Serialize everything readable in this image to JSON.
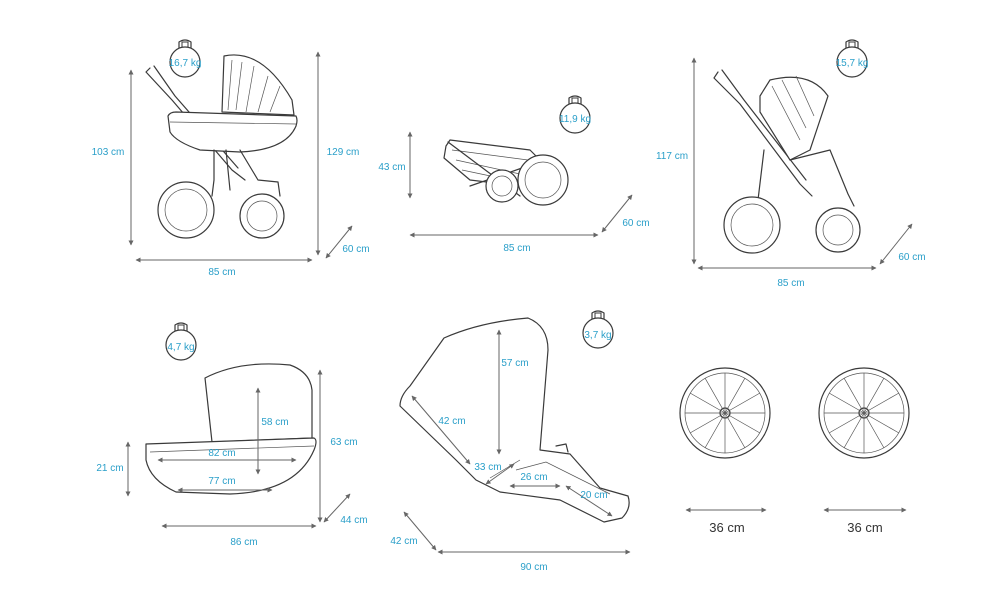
{
  "colors": {
    "accent": "#2a9fc9",
    "line": "#3a3a3a"
  },
  "weights": {
    "pram": "16,7 kg",
    "folded": "11,9 kg",
    "stroller": "15,7 kg",
    "carrycot": "4,7 kg",
    "seat": "3,7 kg"
  },
  "pram": {
    "height": "103 cm",
    "total_height": "129 cm",
    "length": "85 cm",
    "width": "60 cm"
  },
  "folded": {
    "height": "43 cm",
    "length": "85 cm",
    "width": "60 cm"
  },
  "stroller": {
    "height": "117 cm",
    "length": "85 cm",
    "width": "60 cm"
  },
  "carrycot": {
    "inner_height": "58 cm",
    "top_length": "82 cm",
    "bottom_length": "77 cm",
    "body_height": "21 cm",
    "total_height": "63 cm",
    "length": "86 cm",
    "width": "44 cm"
  },
  "seat": {
    "back_height": "57 cm",
    "back_depth": "42 cm",
    "seat_depth": "33 cm",
    "seat_width": "26 cm",
    "footrest": "20 cm",
    "width": "42 cm",
    "length": "90 cm"
  },
  "wheels": {
    "front": "36 cm",
    "rear": "36 cm"
  }
}
